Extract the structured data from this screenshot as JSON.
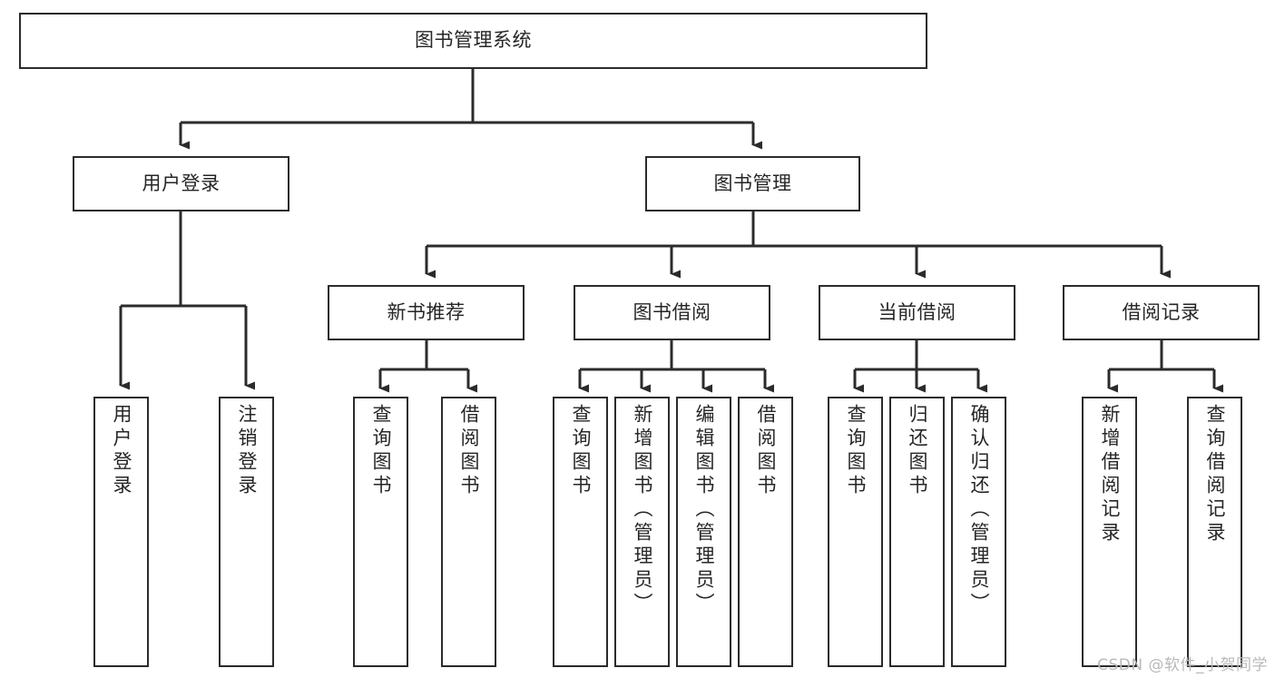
{
  "diagram": {
    "title": "图书管理系统",
    "type": "tree",
    "colors": {
      "box_border": "#2b2b2b",
      "box_fill": "#ffffff",
      "text": "#262626",
      "connector": "#2b2b2b",
      "watermark": "#b9b9b9"
    },
    "nodes": {
      "root": {
        "label": "图书管理系统"
      },
      "level2": [
        {
          "label": "用户登录"
        },
        {
          "label": "图书管理"
        }
      ],
      "level3": [
        {
          "label": "新书推荐"
        },
        {
          "label": "图书借阅"
        },
        {
          "label": "当前借阅"
        },
        {
          "label": "借阅记录"
        }
      ],
      "leaves_user_login": [
        {
          "label": "用户登录"
        },
        {
          "label": "注销登录"
        }
      ],
      "leaves_new_book": [
        {
          "label": "查询图书"
        },
        {
          "label": "借阅图书"
        }
      ],
      "leaves_borrow": [
        {
          "label": "查询图书"
        },
        {
          "label": "新增图书（管理员）"
        },
        {
          "label": "编辑图书（管理员）"
        },
        {
          "label": "借阅图书"
        }
      ],
      "leaves_current": [
        {
          "label": "查询图书"
        },
        {
          "label": "归还图书"
        },
        {
          "label": "确认归还（管理员）"
        }
      ],
      "leaves_records": [
        {
          "label": "新增借阅记录"
        },
        {
          "label": "查询借阅记录"
        }
      ]
    }
  },
  "watermark": {
    "text": "CSDN @软件_小贺同学"
  }
}
